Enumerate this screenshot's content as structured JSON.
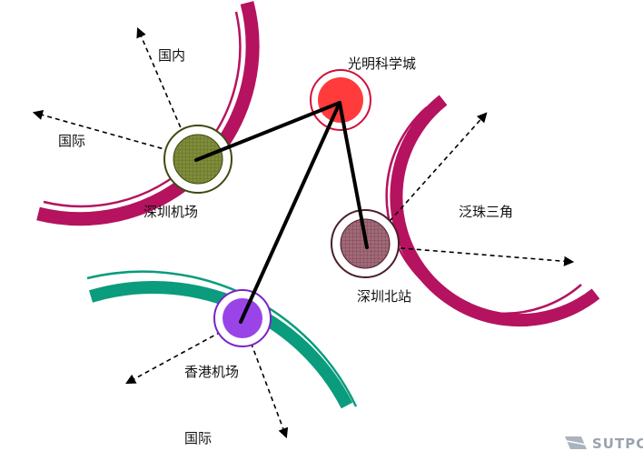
{
  "nodes": {
    "guangming": {
      "label": "光明科学城",
      "fill": "#ff3b3b",
      "ring": "#d0103a"
    },
    "shenzhen_airport": {
      "label": "深圳机场",
      "fill": "#7f8c3a",
      "ring": "#3d4a10"
    },
    "shenzhen_north": {
      "label": "深圳北站",
      "fill": "#a06a78",
      "ring": "#4a1e2a"
    },
    "hk_airport": {
      "label": "香港机场",
      "fill": "#9a44e8",
      "ring": "#7a22c8"
    }
  },
  "regions": {
    "prd": "泛珠三角",
    "domestic": "国内",
    "international_top": "国际",
    "international_bottom": "国际"
  },
  "watermark": "SUTPC",
  "colors": {
    "arc_magenta": "#b5125f",
    "arc_teal": "#0a9c7c",
    "links": "#000000"
  }
}
